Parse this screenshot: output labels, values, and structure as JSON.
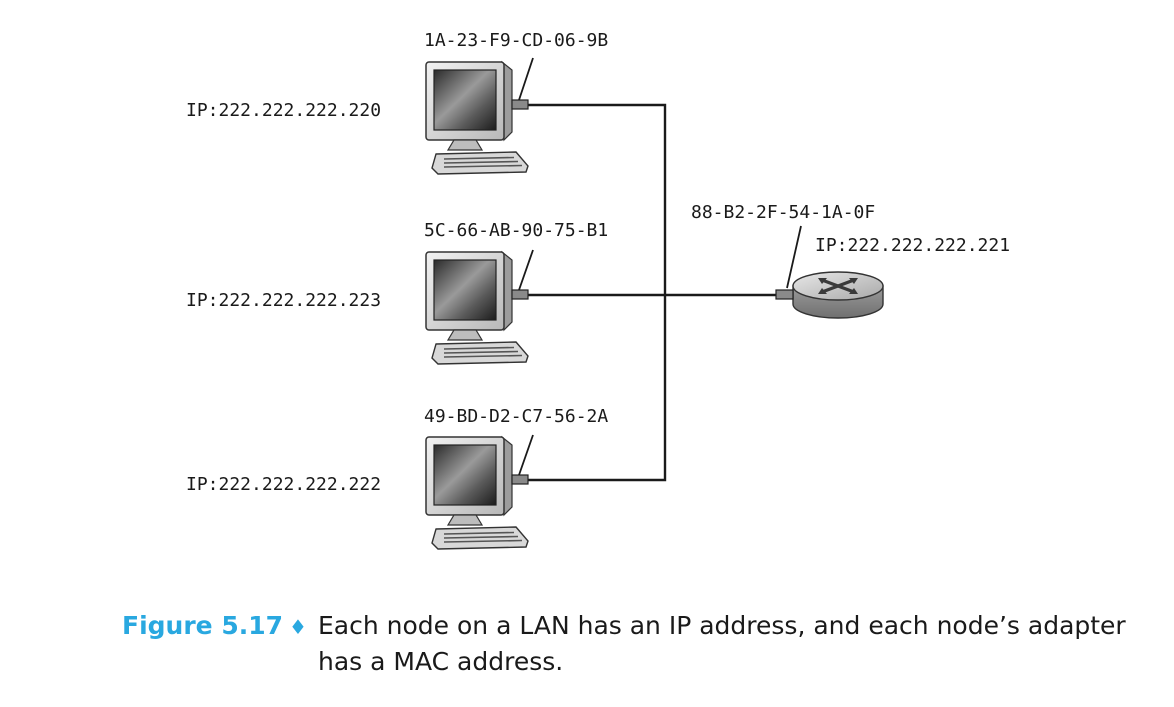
{
  "hosts": [
    {
      "mac": "1A-23-F9-CD-06-9B",
      "ip": "IP:222.222.222.220"
    },
    {
      "mac": "5C-66-AB-90-75-B1",
      "ip": "IP:222.222.222.223"
    },
    {
      "mac": "49-BD-D2-C7-56-2A",
      "ip": "IP:222.222.222.222"
    }
  ],
  "router": {
    "mac": "88-B2-2F-54-1A-0F",
    "ip": "IP:222.222.222.221"
  },
  "caption": {
    "label": "Figure 5.17",
    "separator": "♦",
    "text": "Each node on a LAN has an IP address, and each node’s adapter has a MAC address."
  },
  "colors": {
    "caption_label": "#29a8e0",
    "line": "#1a1a1a"
  }
}
